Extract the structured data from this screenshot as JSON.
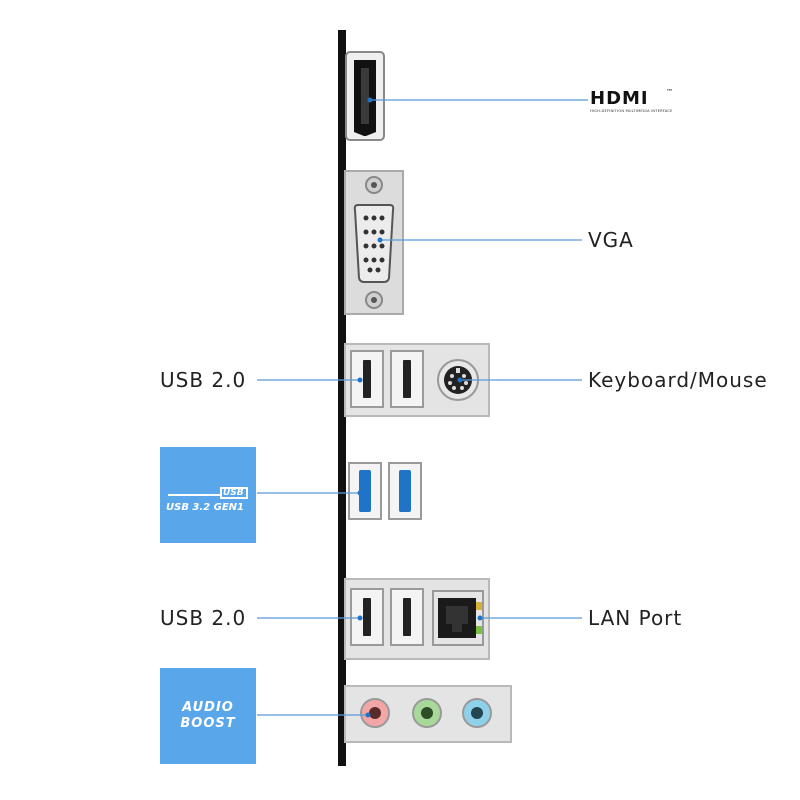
{
  "labels": {
    "hdmi": "HDMI",
    "hdmi_tm": "™",
    "hdmi_sub": "HIGH-DEFINITION MULTIMEDIA INTERFACE",
    "vga": "VGA",
    "keyboard_mouse": "Keyboard/Mouse",
    "usb20_top": "USB 2.0",
    "usb20_bottom": "USB 2.0",
    "lan": "LAN Port"
  },
  "badges": {
    "usb32_top": "USB",
    "usb32_bottom": "USB 3.2 GEN1",
    "audio_line1": "AUDIO",
    "audio_line2": "BOOST"
  },
  "colors": {
    "badge_blue": "#5aa6ea",
    "leader_line": "#5a9bd8",
    "usb3_blue": "#1f74c8",
    "audio_pink": "#f2a6a6",
    "audio_green": "#a8d89a",
    "audio_blue": "#8fd0ea"
  }
}
